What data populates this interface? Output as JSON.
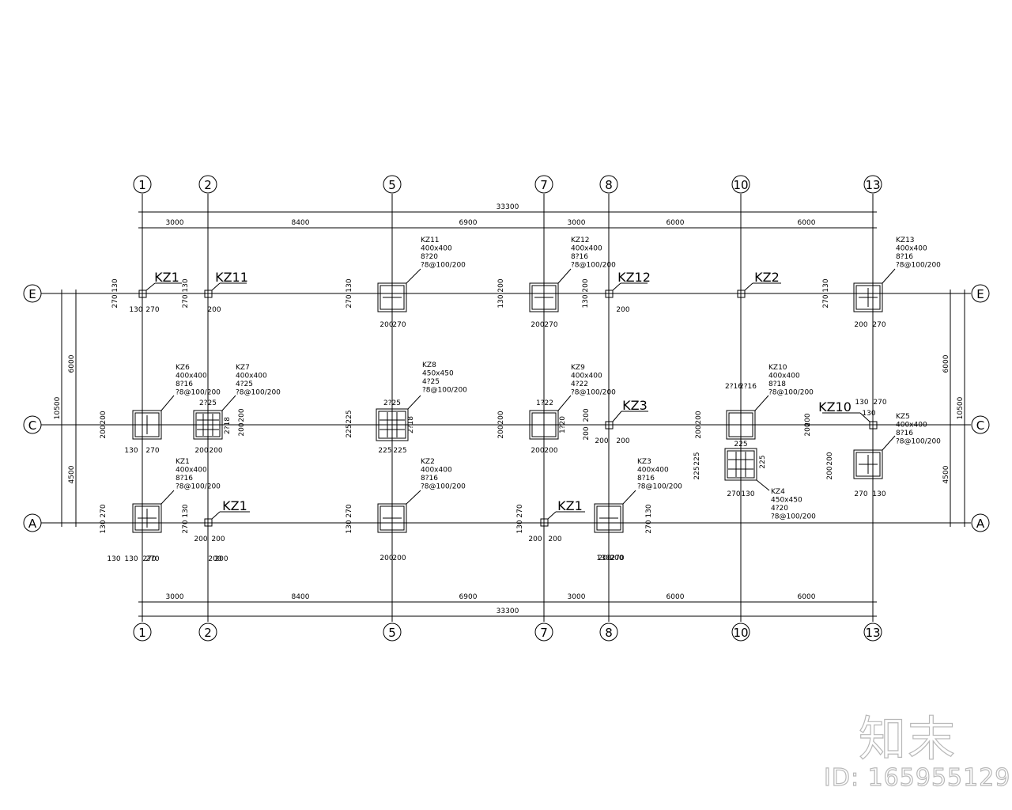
{
  "axes": {
    "vertical": [
      "1",
      "2",
      "5",
      "7",
      "8",
      "10",
      "13"
    ],
    "horizontal": [
      "E",
      "C",
      "A"
    ]
  },
  "dims": {
    "top_total": "33300",
    "top_spans": [
      "3000",
      "8400",
      "6900",
      "3000",
      "6000",
      "6000"
    ],
    "bottom_total": "33300",
    "bottom_spans": [
      "3000",
      "8400",
      "6900",
      "3000",
      "6000",
      "6000"
    ],
    "left_spans": [
      "6000",
      "4500"
    ],
    "left_total": "10500",
    "right_spans": [
      "6000",
      "4500"
    ],
    "right_total": "10500"
  },
  "big_labels": [
    {
      "id": "bl1",
      "text": "KZ1"
    },
    {
      "id": "bl2",
      "text": "KZ11"
    },
    {
      "id": "bl3",
      "text": "KZ12"
    },
    {
      "id": "bl4",
      "text": "KZ2"
    },
    {
      "id": "bl5",
      "text": "KZ3"
    },
    {
      "id": "bl6",
      "text": "KZ10"
    },
    {
      "id": "bl7",
      "text": "KZ1"
    },
    {
      "id": "bl8",
      "text": "KZ1"
    }
  ],
  "column_notes": [
    {
      "id": "n1",
      "lines": [
        "KZ11",
        "400x400",
        "8?20",
        "?8@100/200"
      ]
    },
    {
      "id": "n2",
      "lines": [
        "KZ12",
        "400x400",
        "8?16",
        "?8@100/200"
      ]
    },
    {
      "id": "n3",
      "lines": [
        "KZ13",
        "400x400",
        "8?16",
        "?8@100/200"
      ]
    },
    {
      "id": "n4",
      "lines": [
        "KZ6",
        "400x400",
        "8?16",
        "?8@100/200"
      ]
    },
    {
      "id": "n5",
      "lines": [
        "KZ7",
        "400x400",
        "4?25",
        "?8@100/200"
      ]
    },
    {
      "id": "n6",
      "lines": [
        "KZ8",
        "450x450",
        "4?25",
        "?8@100/200"
      ]
    },
    {
      "id": "n7",
      "lines": [
        "KZ9",
        "400x400",
        "4?22",
        "?8@100/200"
      ]
    },
    {
      "id": "n8",
      "lines": [
        "KZ10",
        "400x400",
        "8?18",
        "?8@100/200"
      ]
    },
    {
      "id": "n9",
      "lines": [
        "KZ5",
        "400x400",
        "8?16",
        "?8@100/200"
      ]
    },
    {
      "id": "n10",
      "lines": [
        "KZ1",
        "400x400",
        "8?16",
        "?8@100/200"
      ]
    },
    {
      "id": "n11",
      "lines": [
        "KZ2",
        "400x400",
        "8?16",
        "?8@100/200"
      ]
    },
    {
      "id": "n12",
      "lines": [
        "KZ3",
        "400x400",
        "8?16",
        "?8@100/200"
      ]
    },
    {
      "id": "n13",
      "lines": [
        "KZ4",
        "450x450",
        "4?20",
        "?8@100/200"
      ]
    }
  ],
  "small_dims": [
    "130",
    "270",
    "130",
    "270",
    "270",
    "130",
    "200",
    "270",
    "130",
    "200",
    "270",
    "130",
    "200",
    "200",
    "270",
    "130",
    "200",
    "200",
    "270",
    "130",
    "200",
    "270",
    "130",
    "270",
    "130",
    "200",
    "200",
    "130",
    "270",
    "2?25",
    "2?18",
    "200",
    "200",
    "200",
    "200",
    "225",
    "225",
    "2?25",
    "2?18",
    "225",
    "225",
    "200",
    "200",
    "1?22",
    "1?20",
    "200",
    "200",
    "200",
    "200",
    "200",
    "200",
    "200",
    "200",
    "2?16",
    "2?16",
    "225",
    "225",
    "225",
    "225",
    "270",
    "130",
    "200",
    "200",
    "200",
    "200",
    "270",
    "130",
    "130",
    "270",
    "130",
    "270",
    "270",
    "130",
    "200",
    "200",
    "130",
    "270",
    "200",
    "200",
    "130",
    "270",
    "200",
    "200",
    "130",
    "270",
    "270",
    "130",
    "200",
    "200",
    "130",
    "270",
    "200",
    "200"
  ],
  "watermark": {
    "logo": "知末",
    "id": "ID: 165955129"
  }
}
